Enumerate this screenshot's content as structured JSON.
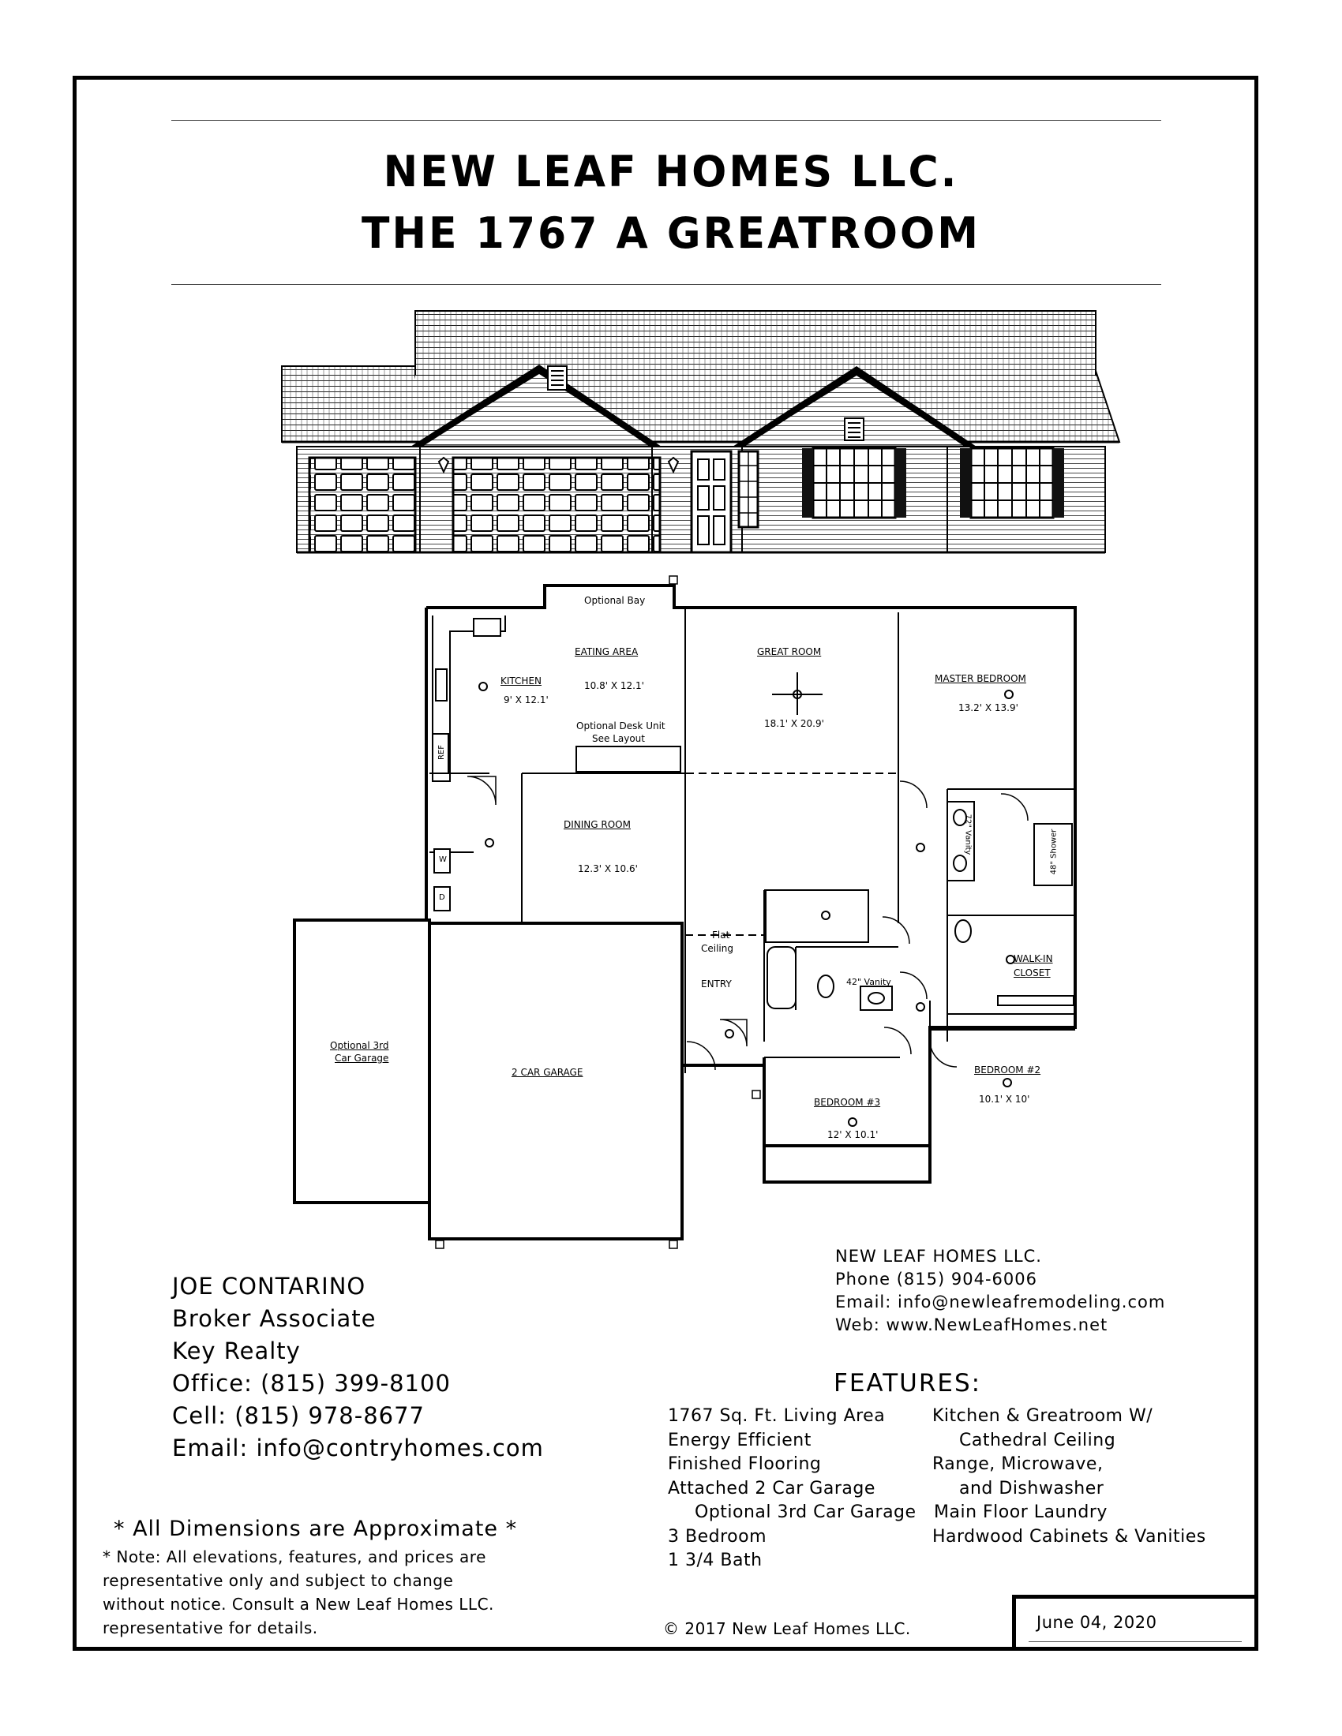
{
  "title": {
    "line1": "NEW LEAF HOMES LLC.",
    "line2": "THE 1767 A GREATROOM"
  },
  "floorplan": {
    "optional_bay": "Optional Bay",
    "eating_area": {
      "name": "EATING AREA",
      "size": "10.8' X 12.1'"
    },
    "kitchen": {
      "name": "KITCHEN",
      "size": "9' X 12.1'"
    },
    "great_room": {
      "name": "GREAT ROOM",
      "size": "18.1' X 20.9'"
    },
    "master_bedroom": {
      "name": "MASTER BEDROOM",
      "size": "13.2' X 13.9'"
    },
    "desk_unit": {
      "line1": "Optional Desk Unit",
      "line2": "See Layout"
    },
    "dining_room": {
      "name": "DINING ROOM",
      "size": "12.3' X 10.6'"
    },
    "flat_ceiling": {
      "line1": "Flat",
      "line2": "Ceiling"
    },
    "entry": "ENTRY",
    "vanity_42": "42\" Vanity",
    "vanity_master": "72\" Vanity",
    "shower": "48\" Shower",
    "walk_in": {
      "line1": "WALK-IN",
      "line2": "CLOSET"
    },
    "bedroom2": {
      "name": "BEDROOM #2",
      "size": "10.1' X 10'"
    },
    "bedroom3": {
      "name": "BEDROOM #3",
      "size": "12' X 10.1'"
    },
    "garage": "2 CAR GARAGE",
    "opt_garage": {
      "line1": "Optional 3rd",
      "line2": "Car Garage"
    },
    "ref": "REF",
    "washer": "W",
    "dryer": "D"
  },
  "agent": {
    "name": "JOE CONTARINO",
    "role": "Broker Associate",
    "company": "Key Realty",
    "office": "Office: (815) 399-8100",
    "cell": "Cell: (815) 978-8677",
    "email": "Email: info@contryhomes.com"
  },
  "builder": {
    "name": "NEW LEAF HOMES LLC.",
    "phone": "Phone (815) 904-6006",
    "email": "Email: info@newleafremodeling.com",
    "web": "Web: www.NewLeafHomes.net"
  },
  "features": {
    "heading": "FEATURES:",
    "left": [
      "1767 Sq. Ft. Living Area",
      "Energy Efficient",
      "Finished Flooring",
      "Attached 2 Car Garage",
      "Optional 3rd Car Garage",
      "3 Bedroom",
      "1 3/4 Bath"
    ],
    "right": [
      "Kitchen & Greatroom W/",
      "Cathedral Ceiling",
      "Range, Microwave,",
      "and Dishwasher",
      "Main Floor Laundry",
      "Hardwood Cabinets & Vanities"
    ]
  },
  "disclaimer": {
    "heading": "* All Dimensions are Approximate *",
    "lines": [
      "* Note: All elevations, features, and prices are",
      "representative only and subject to change",
      "without notice. Consult a New Leaf Homes LLC.",
      "representative for details."
    ]
  },
  "copyright": "© 2017 New Leaf Homes LLC.",
  "date": "June 04, 2020"
}
